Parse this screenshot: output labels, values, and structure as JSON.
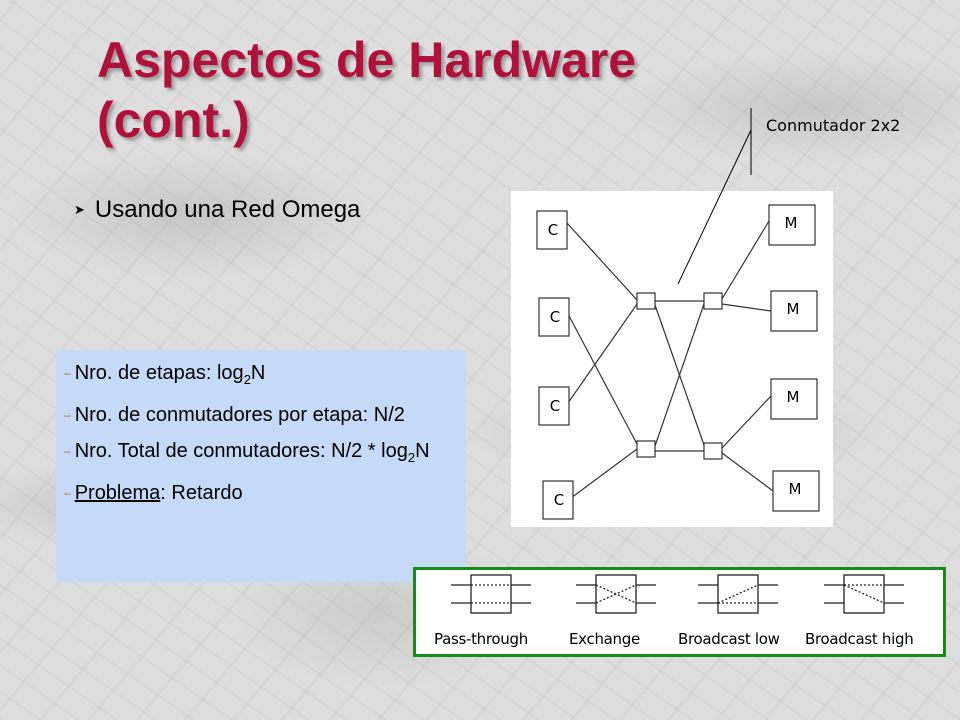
{
  "slide": {
    "title_line1": "Aspectos de Hardware",
    "title_line2": "(cont.)",
    "switch_label": "Conmutador 2x2",
    "bullet_main": "Usando una Red Omega"
  },
  "details": {
    "item1_text": "Nro. de etapas: log",
    "item1_sub": "2",
    "item1_tail": "N",
    "item2_text": "Nro. de conmutadores por etapa: N/2",
    "item3_text": "Nro. Total de conmutadores: N/2 * log",
    "item3_sub": "2",
    "item3_tail": "N",
    "item4_label": "Problema",
    "item4_text": ":  Retardo"
  },
  "network": {
    "cpu_label": "C",
    "mem_label": "M"
  },
  "legend": {
    "pass_through": "Pass-through",
    "exchange": "Exchange",
    "broadcast_low": "Broadcast low",
    "broadcast_high": "Broadcast high"
  },
  "colors": {
    "title": "#b0103a",
    "box_background": "#c4daf7",
    "legend_border": "#1a8a1a"
  }
}
